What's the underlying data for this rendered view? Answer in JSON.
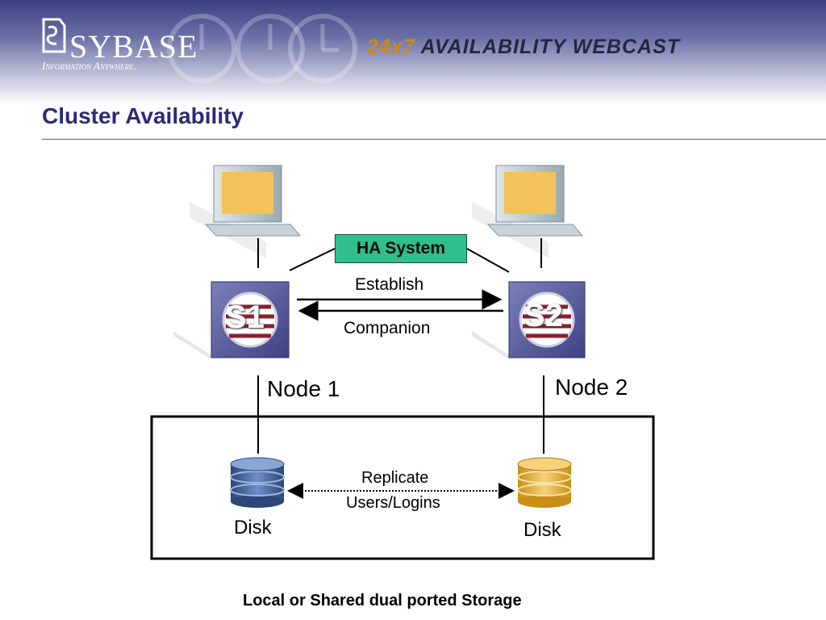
{
  "header": {
    "logo_text": "SYBASE",
    "logo_tagline": "Information Anywhere.",
    "webcast_number": "24x7",
    "webcast_rest": "AVAILABILITY WEBCAST"
  },
  "slide": {
    "title": "Cluster Availability"
  },
  "diagram": {
    "ha_system_label": "HA System",
    "establish_label": "Establish",
    "companion_label": "Companion",
    "server1_tag": "S1",
    "server2_tag": "S2",
    "node1_label": "Node 1",
    "node2_label": "Node 2",
    "replicate_label": "Replicate",
    "users_logins_label": "Users/Logins",
    "disk1_label": "Disk",
    "disk2_label": "Disk",
    "storage_caption": "Local or Shared dual ported Storage"
  },
  "colors": {
    "title": "#2a2b75",
    "ha_box": "#2ebf8c",
    "disk1": "#3b5b95",
    "disk2": "#e8b23a",
    "server": "#5b5f9c",
    "monitor_screen": "#f2c35a"
  }
}
